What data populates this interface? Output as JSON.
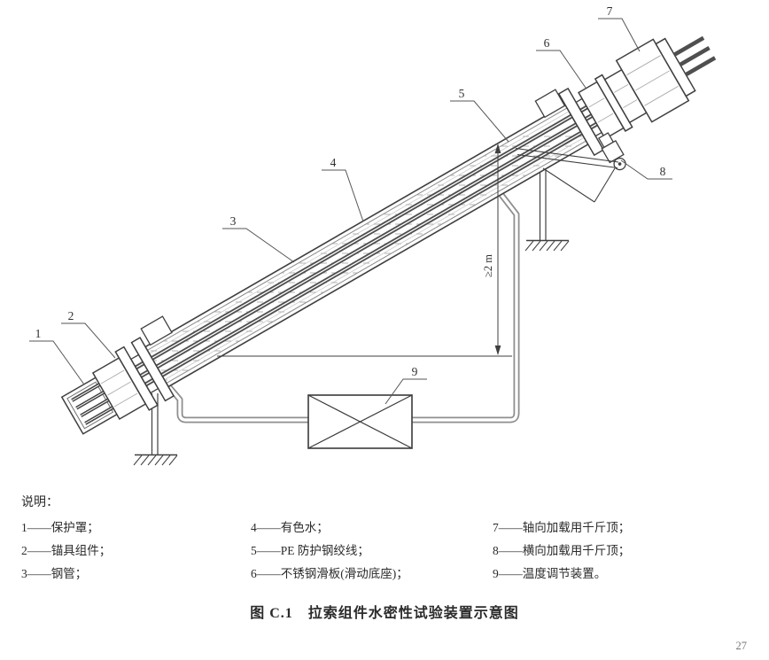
{
  "figure": {
    "caption": "图 C.1　拉索组件水密性试验装置示意图",
    "page_number": "27",
    "dimension_label": "≥2 m",
    "callouts": [
      "1",
      "2",
      "3",
      "4",
      "5",
      "6",
      "7",
      "8",
      "9"
    ],
    "legend": {
      "title": "说明：",
      "columns": [
        [
          "1——保护罩；",
          "2——锚具组件；",
          "3——钢管；"
        ],
        [
          "4——有色水；",
          "5——PE 防护钢绞线；",
          "6——不锈钢滑板(滑动底座)；"
        ],
        [
          "7——轴向加载用千斤顶；",
          "8——横向加载用千斤顶；",
          "9——温度调节装置。"
        ]
      ]
    },
    "colors": {
      "line": "#3f3f3f",
      "pipe": "#8f8f8f",
      "strand": "#4f4f4f",
      "water_dash": "#b3b3b3"
    }
  }
}
